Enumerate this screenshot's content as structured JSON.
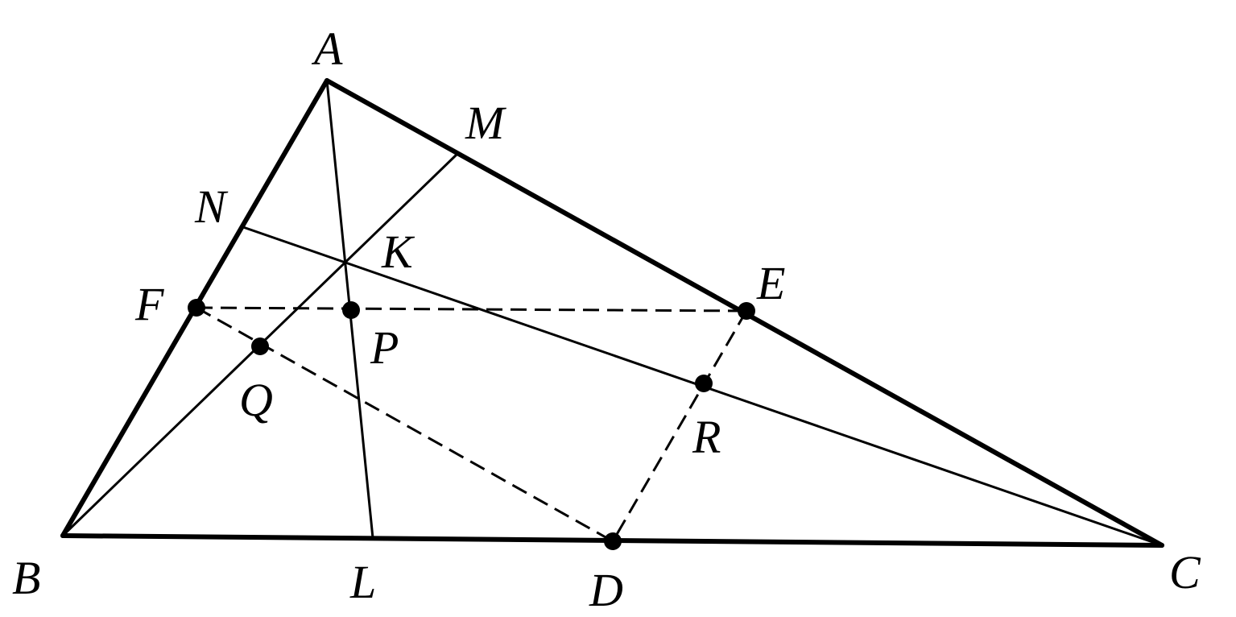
{
  "labels": {
    "A": "A",
    "B": "B",
    "C": "C",
    "D": "D",
    "E": "E",
    "F": "F",
    "K": "K",
    "L": "L",
    "M": "M",
    "N": "N",
    "P": "P",
    "Q": "Q",
    "R": "R"
  },
  "colors": {
    "stroke": "#000000",
    "background": "#ffffff"
  }
}
